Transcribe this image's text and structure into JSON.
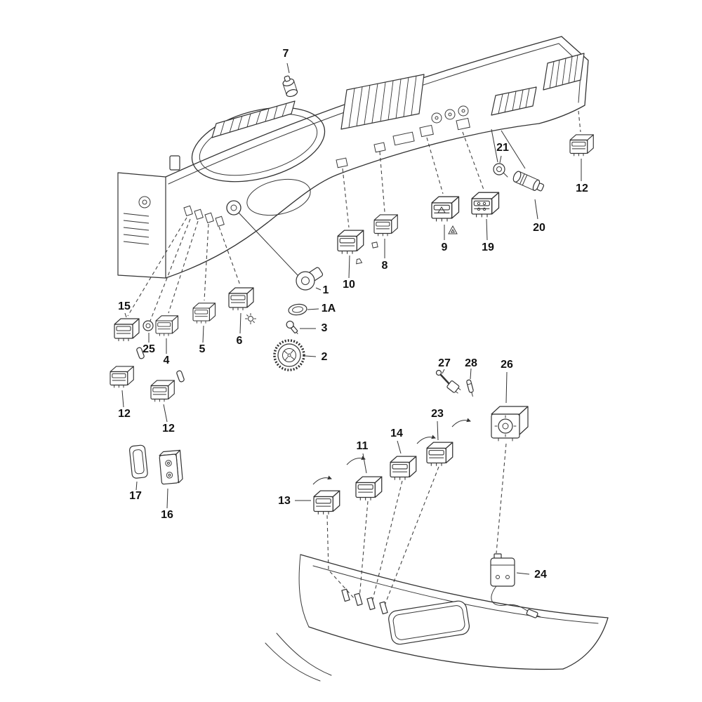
{
  "page": {
    "background_color": "#ffffff",
    "line_color": "#333333",
    "label_color": "#111111"
  },
  "diagram": {
    "type": "exploded-parts-diagram",
    "labels": {
      "p1": "1",
      "p1A": "1A",
      "p2": "2",
      "p3": "3",
      "p4": "4",
      "p5": "5",
      "p6": "6",
      "p7": "7",
      "p8": "8",
      "p9": "9",
      "p10": "10",
      "p11": "11",
      "p12a": "12",
      "p12b": "12",
      "p12c": "12",
      "p13": "13",
      "p14": "14",
      "p15": "15",
      "p16": "16",
      "p17": "17",
      "p19": "19",
      "p20": "20",
      "p21": "21",
      "p23": "23",
      "p24": "24",
      "p25": "25",
      "p26": "26",
      "p27": "27",
      "p28": "28"
    }
  }
}
